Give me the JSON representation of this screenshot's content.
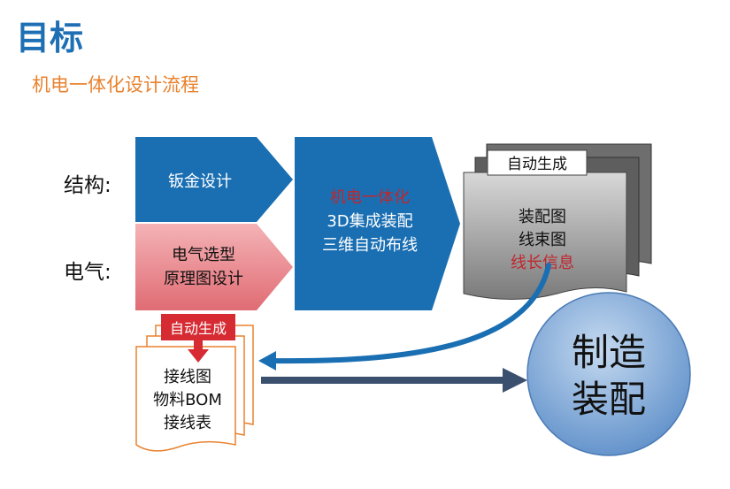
{
  "title": "目标",
  "subtitle": "机电一体化设计流程",
  "row_labels": {
    "structure": "结构:",
    "electrical": "电气:"
  },
  "sheet_metal_box": {
    "label": "钣金设计"
  },
  "electrical_box": {
    "line1": "电气选型",
    "line2": "原理图设计"
  },
  "integration_box": {
    "line1": "机电一体化",
    "line2": "3D集成装配",
    "line3": "三维自动布线"
  },
  "auto_gen_top": "自动生成",
  "output_doc": {
    "line1": "装配图",
    "line2": "线束图",
    "line3": "线长信息"
  },
  "auto_gen_bottom": "自动生成",
  "wiring_doc": {
    "line1": "接线图",
    "line2": "物料BOM",
    "line3": "接线表"
  },
  "manufacturing": {
    "line1": "制造",
    "line2": "装配"
  },
  "colors": {
    "title_blue": "#1f6fb5",
    "subtitle_orange": "#e8822e",
    "process_blue": "#1a6fb3",
    "electrical_pink": "#e2787f",
    "highlight_red": "#c0262c",
    "doc_gray": "#8a8a8a",
    "circle_blue": "#6f9fd4",
    "arrow_navy": "#3b4f6e",
    "doc_orange_border": "#e8822e"
  }
}
